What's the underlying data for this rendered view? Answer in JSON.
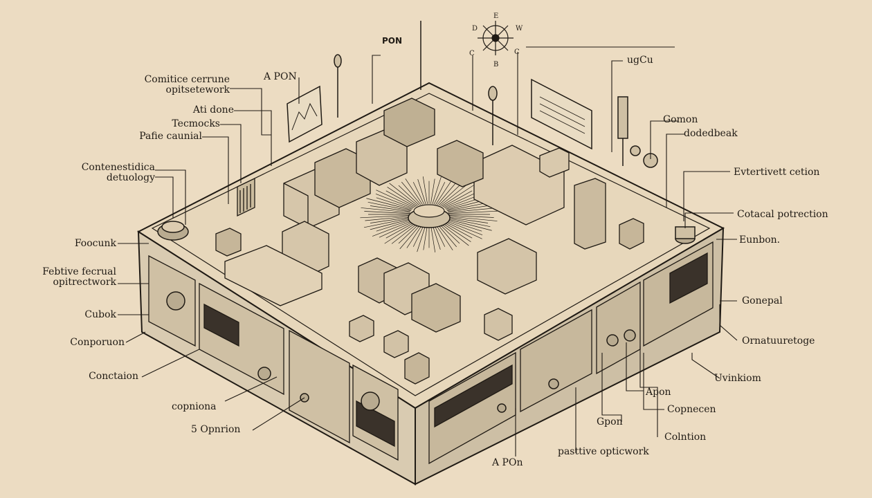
{
  "labels": {
    "top_pon": "PON",
    "a_pon_top": "A PON",
    "ugcu": "ugCu",
    "left_1": "Comitice cerrune\nopitsetework",
    "left_2": "Ati done",
    "left_3": "Tecmocks",
    "left_4": "Pafie caunial",
    "left_5": "Contenestidica\ndetuology",
    "left_6": "Foocunk",
    "left_7": "Febtive fecrual\nopitrectwork",
    "left_8": "Cubok",
    "left_9": "Conporuon",
    "left_10": "Conctaion",
    "bottom_1": "copniona",
    "bottom_2": "5 Opnrion",
    "bottom_3": "A POn",
    "bottom_4": "pasttive opticwork",
    "bottom_5": "Gpon",
    "bottom_6": "Colntion",
    "bottom_7": "Copnecen",
    "bottom_8": "Apon",
    "right_1": "Gomon",
    "right_2": "dodedbeak",
    "right_3": "Evtertivett cetion",
    "right_4": "Cotacal potrection",
    "right_5": "Eunbon.",
    "right_6": "Gonepal",
    "right_7": "Ornatuuretoge",
    "right_8": "Uvinkiom"
  },
  "compass": {
    "n": "E",
    "s": "B",
    "w": "D",
    "e": "W",
    "sw": "C",
    "se": "C"
  },
  "colors": {
    "background": "#ecdcc2",
    "ink": "#1f1a14",
    "shade": "#8e8273",
    "panel_fill": "#d9cbb1"
  }
}
